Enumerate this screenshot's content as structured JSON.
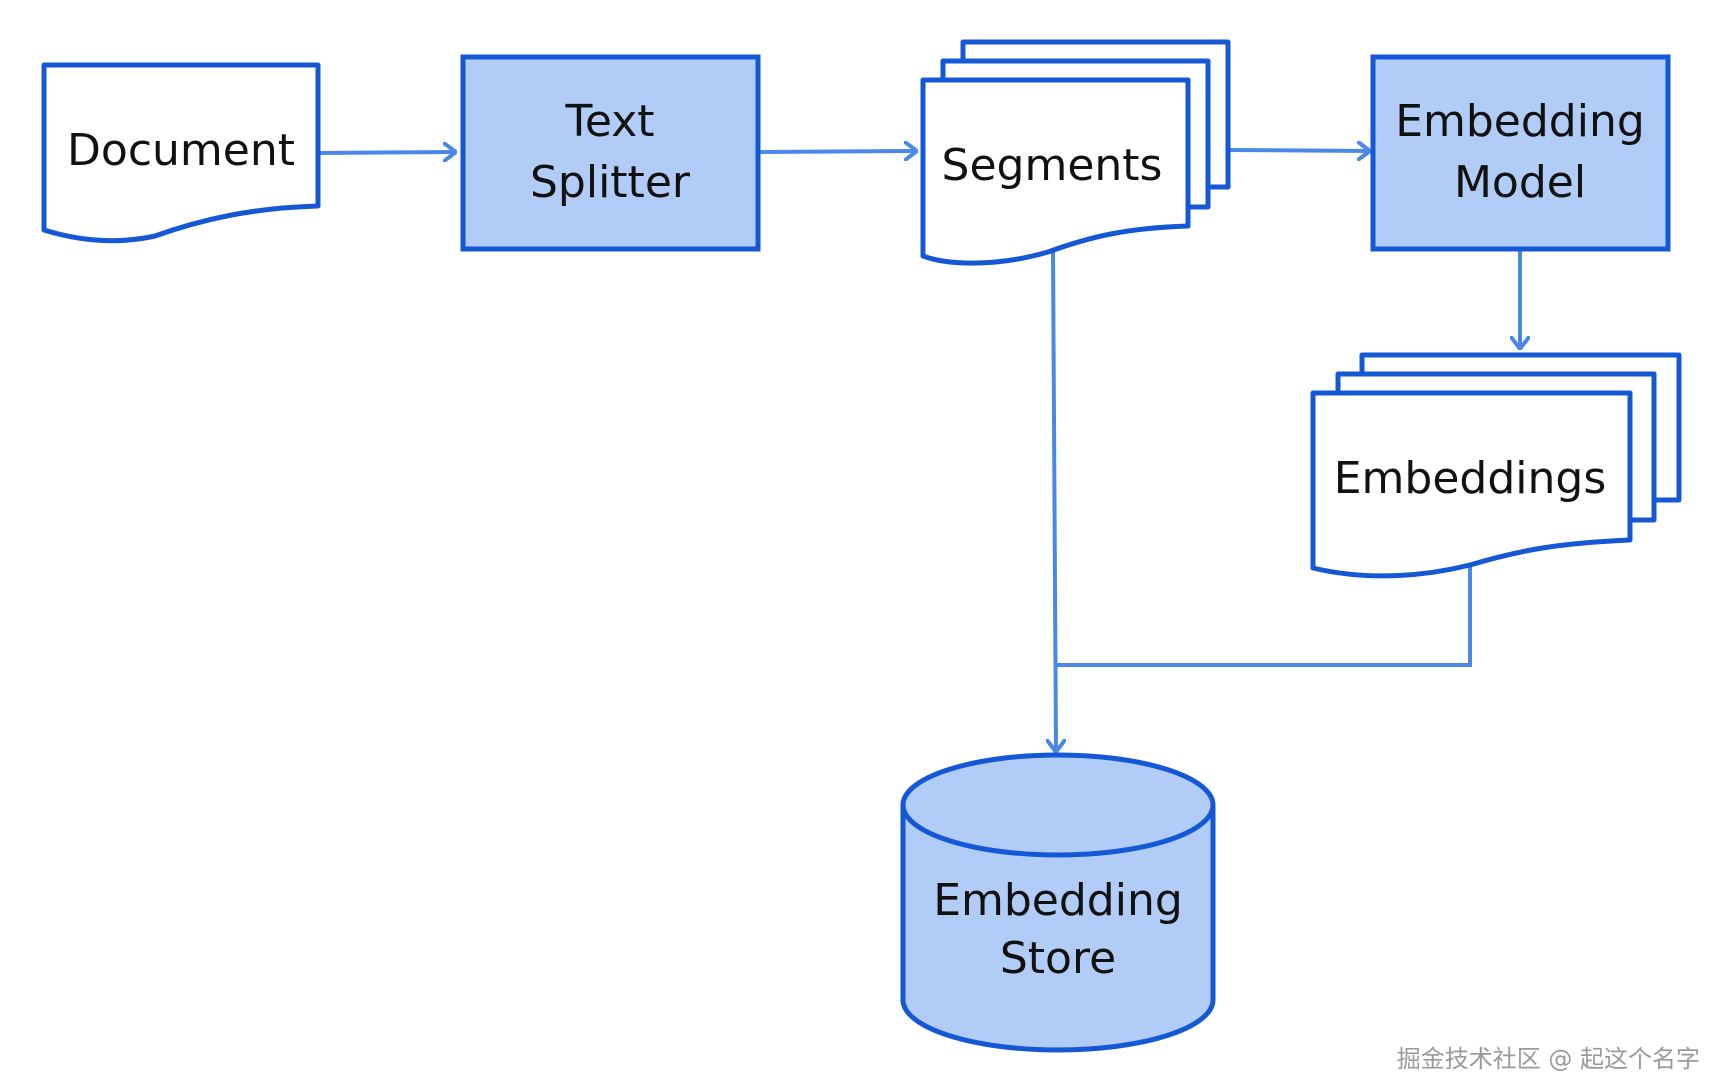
{
  "colors": {
    "stroke": "#1558d6",
    "fill_box": "#b1ccf6",
    "fill_doc": "#ffffff",
    "arrow": "#4a88e8",
    "text": "#111111",
    "watermark": "#9a9a9a"
  },
  "nodes": {
    "document": {
      "label": "Document"
    },
    "text_splitter": {
      "line1": "Text",
      "line2": "Splitter"
    },
    "segments": {
      "label": "Segments"
    },
    "embedding_model": {
      "line1": "Embedding",
      "line2": "Model"
    },
    "embeddings": {
      "label": "Embeddings"
    },
    "embedding_store": {
      "line1": "Embedding",
      "line2": "Store"
    }
  },
  "watermark": "掘金技术社区 @ 起这个名字"
}
